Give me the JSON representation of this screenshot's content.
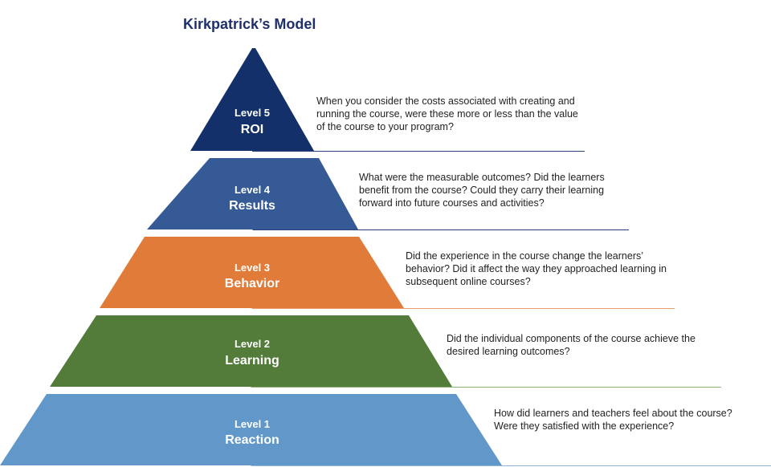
{
  "title": "Kirkpatrick’s Model",
  "levels": [
    {
      "level": "Level 5",
      "name": "ROI",
      "color": "#14306a",
      "description": "When you consider the costs associated with creating and running the course, were these more or less than the value of the course to your program?"
    },
    {
      "level": "Level 4",
      "name": "Results",
      "color": "#365a96",
      "description": "What were the measurable outcomes? Did the learners benefit from the course? Could they carry their learning forward into future courses and activities?"
    },
    {
      "level": "Level 3",
      "name": "Behavior",
      "color": "#e07b39",
      "description": "Did the experience in the course change the learners’ behavior? Did it affect the way they approached learning in subsequent online courses?"
    },
    {
      "level": "Level 2",
      "name": "Learning",
      "color": "#537b3a",
      "description": "Did the individual components of the course achieve the desired learning outcomes?"
    },
    {
      "level": "Level 1",
      "name": "Reaction",
      "color": "#6198c9",
      "description": "How did learners and teachers feel about the course? Were they satisfied with the experience?"
    }
  ],
  "divider_colors": [
    "#2b3f7a",
    "#2b3f7a",
    "#e8a070",
    "#8fb070",
    "#8fb5d8"
  ]
}
